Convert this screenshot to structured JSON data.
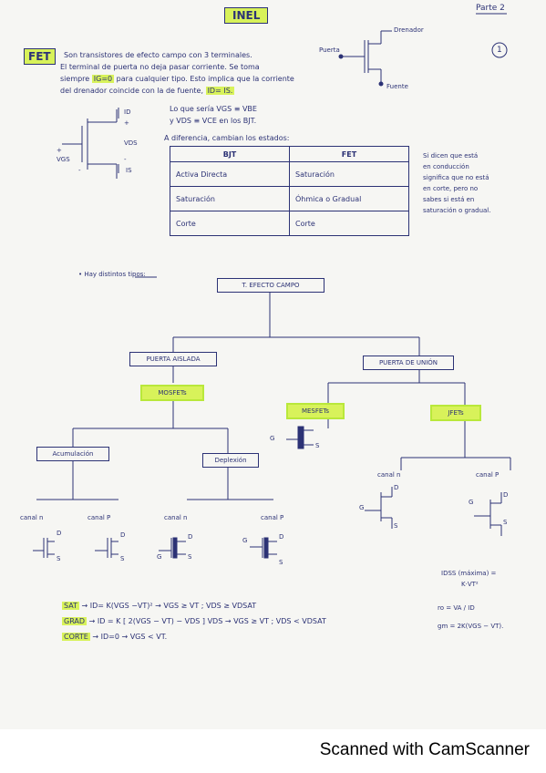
{
  "header": {
    "title": "INEL",
    "part": "Parte 2",
    "page_number": "1"
  },
  "intro": {
    "tag": "FET",
    "line1": "Son transistores de efecto campo con 3 terminales.",
    "line2": "El terminal de puerta no deja pasar corriente. Se toma",
    "line3_pre": "siempre",
    "line3_hl": "IG=0",
    "line3_post": "para cualquier tipo. Esto implica que la corriente",
    "line4_pre": "del drenador coincide con la de fuente,",
    "line4_hl": "ID= IS."
  },
  "symbol_labels": {
    "drenador": "Drenador",
    "puerta": "Puerta",
    "fuente": "Fuente"
  },
  "circuit": {
    "id": "ID",
    "is": "IS",
    "vds": "VDS",
    "vgs": "VGS",
    "plus": "+",
    "minus": "-"
  },
  "equivalence": {
    "line1": "Lo que sería VGS ≡ VBE",
    "line2": "y VDS ≡ VCE en los BJT."
  },
  "compare": {
    "intro": "A diferencia, cambian los estados:",
    "headers": [
      "BJT",
      "FET"
    ],
    "rows": [
      [
        "Activa    Directa",
        "Saturación"
      ],
      [
        "Saturación",
        "Óhmica  o  Gradual"
      ],
      [
        "Corte",
        "Corte"
      ]
    ],
    "note": [
      "Si dicen que está",
      "en conducción",
      "significa que no está",
      "en corte, pero no",
      "sabes si está en",
      "saturación o gradual."
    ]
  },
  "types": {
    "label_pre": "• Hay distintos",
    "label_word": "tipos:",
    "root": "T. EFECTO CAMPO",
    "aislada": "PUERTA AISLADA",
    "union": "PUERTA DE UNIÓN",
    "mosfets": "MOSFETs",
    "mesfets": "MESFETs",
    "jfets": "JFETs",
    "acumulacion": "Acumulación",
    "deplexion": "Deplexión",
    "canal_n_j": "canal n",
    "canal_p_j": "canal P",
    "canal_n_a": "canal n",
    "canal_p_a": "canal P",
    "canal_n_d": "canal n",
    "canal_p_d": "canal P",
    "g": "G",
    "d": "D",
    "s": "S"
  },
  "equations": {
    "sat_tag": "SAT",
    "sat_eq": "→  ID= K(VGS −VT)²  →  VGS ≥ VT ;  VDS ≥ VDSAT",
    "grad_tag": "GRAD",
    "grad_eq": "→  ID = K [ 2(VGS − VT) − VDS ] VDS  →  VGS ≥ VT ;  VDS < VDSAT",
    "corte_tag": "CORTE",
    "corte_eq": "→  ID=0  →  VGS < VT.",
    "idss": "IDSS (máxima) =",
    "idss2": "K·VT²",
    "ro": "ro =  VA / ID",
    "gm": "gm = 2K(VGS − VT)."
  },
  "footer": {
    "watermark": "Scanned with CamScanner"
  }
}
